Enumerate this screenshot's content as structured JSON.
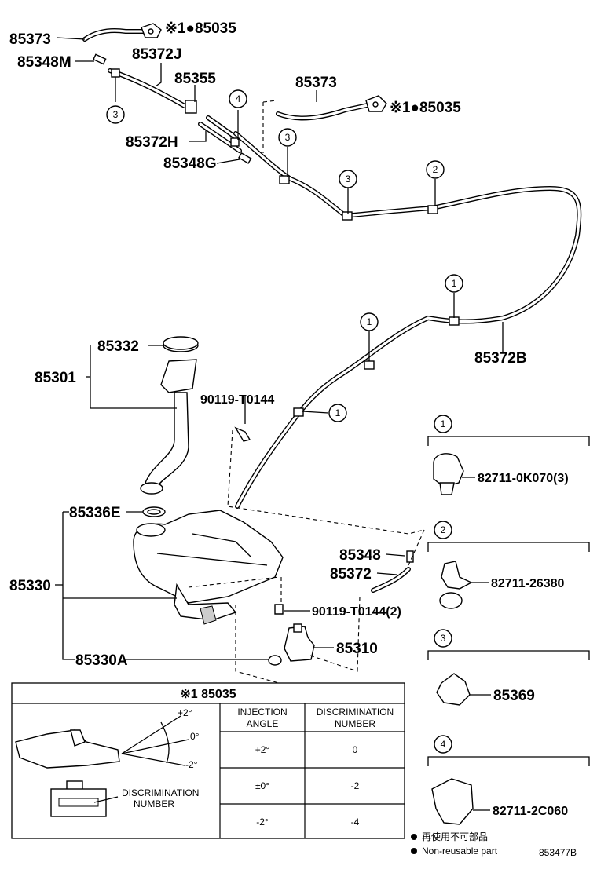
{
  "part_labels": {
    "p85373_a": "85373",
    "p85035_a": "※1●85035",
    "p85348M": "85348M",
    "p85372J": "85372J",
    "p85355": "85355",
    "p85373_b": "85373",
    "p85035_b": "※1●85035",
    "p85372H": "85372H",
    "p85348G": "85348G",
    "p85332": "85332",
    "p85301": "85301",
    "p90119_a": "90119-T0144",
    "p85372B": "85372B",
    "p85336E": "85336E",
    "p85330": "85330",
    "p85348": "85348",
    "p85372": "85372",
    "p90119_b": "90119-T0144(2)",
    "p85310": "85310",
    "p85330A": "85330A"
  },
  "clip_callouts": [
    "3",
    "4",
    "3",
    "3",
    "2",
    "1",
    "1",
    "1"
  ],
  "legend": [
    {
      "num": "1",
      "part": "82711-0K070(3)"
    },
    {
      "num": "2",
      "part": "82711-26380"
    },
    {
      "num": "3",
      "part": "85369"
    },
    {
      "num": "4",
      "part": "82711-2C060"
    }
  ],
  "inset": {
    "title": "※1 85035",
    "angle_labels": [
      "+2°",
      "0°",
      "-2°"
    ],
    "disc_label_1": "DISCRIMINATION",
    "disc_label_2": "NUMBER",
    "col_header_1a": "INJECTION",
    "col_header_1b": "ANGLE",
    "col_header_2a": "DISCRIMINATION",
    "col_header_2b": "NUMBER",
    "rows": [
      {
        "angle": "+2°",
        "number": "0"
      },
      {
        "angle": "±0°",
        "number": "-2"
      },
      {
        "angle": "-2°",
        "number": "-4"
      }
    ]
  },
  "notes": {
    "jp": "再使用不可部品",
    "en": "Non-reusable part"
  },
  "diagram_code": "853477B"
}
